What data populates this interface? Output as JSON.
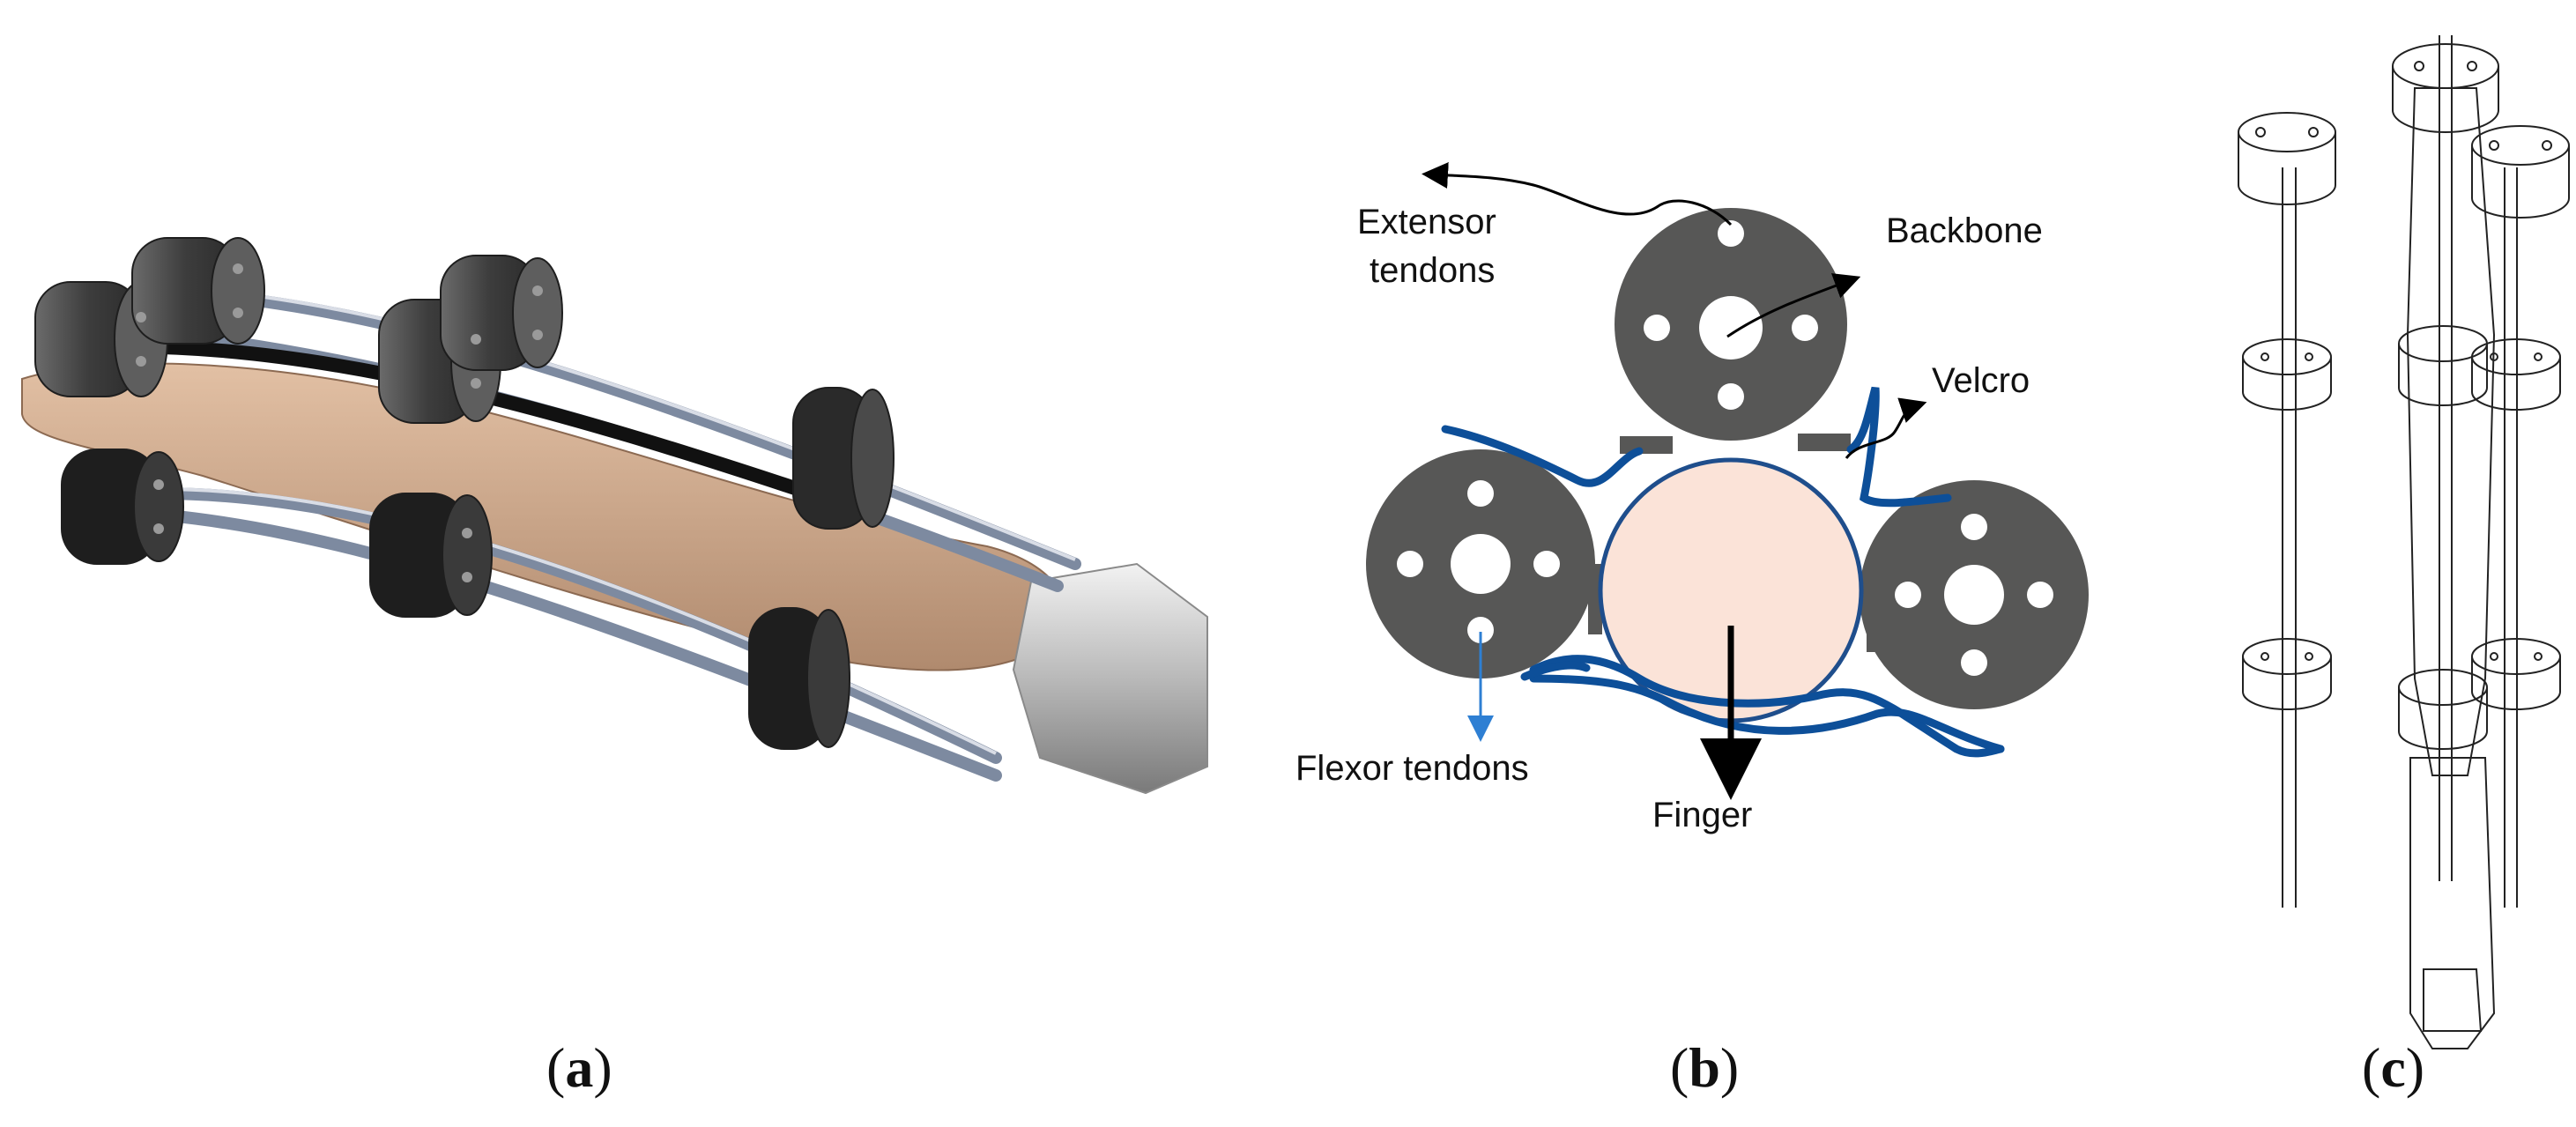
{
  "figure": {
    "panels": [
      {
        "id": "a",
        "caption_open": "(",
        "caption_letter": "a",
        "caption_close": ")"
      },
      {
        "id": "b",
        "caption_open": "(",
        "caption_letter": "b",
        "caption_close": ")"
      },
      {
        "id": "c",
        "caption_open": "(",
        "caption_letter": "c",
        "caption_close": ")"
      }
    ]
  },
  "diagram_b": {
    "labels": {
      "extensor_line1": "Extensor",
      "extensor_line2": "tendons",
      "backbone": "Backbone",
      "velcro": "Velcro",
      "flexor": "Flexor tendons",
      "finger": "Finger"
    },
    "colors": {
      "disc": "#575756",
      "finger_fill": "#fbe3d8",
      "finger_stroke": "#1f4e8c",
      "velcro": "#0d4f99",
      "flexor_arrow": "#2e7fd3"
    }
  }
}
